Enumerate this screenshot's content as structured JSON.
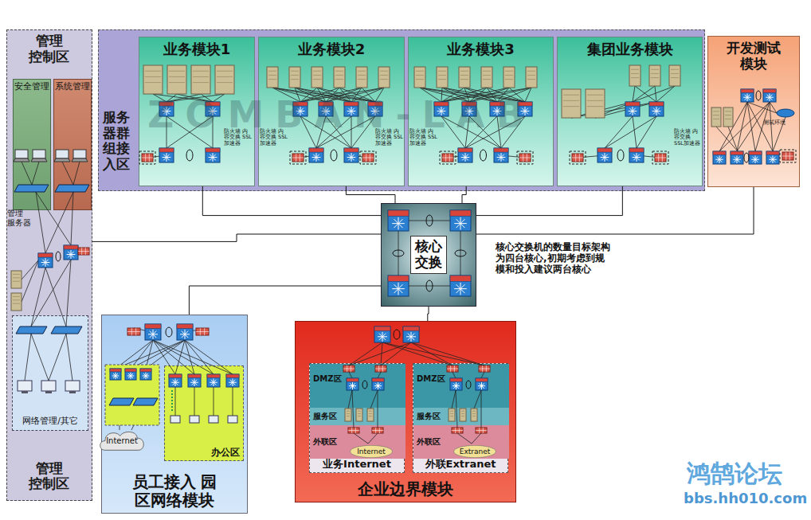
{
  "diagram": {
    "nodes": [
      {
        "text": [
          "管理 控制区",
          "管理 控制区"
        ]
      },
      {
        "text": [
          "安全管理"
        ],
        "in": 0
      },
      {
        "text": [
          "系统管理"
        ],
        "in": 0
      },
      {
        "text": [
          "网络管理/其它"
        ],
        "in": 0
      },
      {
        "text": [
          "服务 器群 组接 入区"
        ]
      },
      {
        "text": [
          "业务模块1"
        ],
        "in": 4
      },
      {
        "text": [
          "业务模块2"
        ],
        "in": 4
      },
      {
        "text": [
          "业务模块3"
        ],
        "in": 4
      },
      {
        "text": [
          "集团业务模块"
        ],
        "in": 4
      },
      {
        "text": [
          "开发测试 模块"
        ]
      },
      {
        "text": [
          "核心 交换"
        ]
      },
      {
        "text": [
          "员工接入 园区网络模块"
        ]
      },
      {
        "text": [
          "Internet"
        ],
        "in": 11
      },
      {
        "text": [
          "办公区"
        ],
        "in": 11
      },
      {
        "text": [
          "企业边界模块"
        ]
      },
      {
        "text": [
          "业务Internet"
        ],
        "in": 14
      },
      {
        "text": [
          "DMZ区"
        ],
        "in": 15
      },
      {
        "text": [
          "服务区"
        ],
        "in": 16
      },
      {
        "text": [
          "外联区"
        ],
        "in": 15
      },
      {
        "text": [
          "Internet"
        ],
        "in": 18
      },
      {
        "text": [
          "外联Extranet"
        ],
        "in": 14
      },
      {
        "text": [
          "DMZ区"
        ],
        "in": 20
      },
      {
        "text": [
          "服务区"
        ],
        "in": 21
      },
      {
        "text": [
          "外联区"
        ],
        "in": 20
      },
      {
        "text": [
          "Extranet"
        ],
        "in": 23
      }
    ],
    "edges": [
      {
        "from": 10,
        "to": 5,
        "arrow": "none"
      },
      {
        "from": 10,
        "to": 6,
        "arrow": "none"
      },
      {
        "from": 10,
        "to": 7,
        "arrow": "none"
      },
      {
        "from": 10,
        "to": 8,
        "arrow": "none"
      },
      {
        "from": 10,
        "to": 9,
        "arrow": "none"
      },
      {
        "from": 10,
        "to": 0,
        "arrow": "none"
      },
      {
        "from": 10,
        "to": 11,
        "arrow": "none"
      },
      {
        "from": 10,
        "to": 14,
        "arrow": "none"
      }
    ],
    "labels": [
      "管理 服务器",
      "防火墙 内容交换 SSL加速器",
      "防火墙 内容交换 SSL加速器",
      "防火墙 内容交换 SSL加速器",
      "防火墙 内容交换 SSL加速器",
      "防火墙 内容交换 SSL加速器",
      "测试环境",
      "核心交换机的数量目标架构为四台核心,初期考虑到规模和投入建议两台核心",
      "ZOMBAN-LAB",
      "鸿鹄论坛",
      "bbs.hh010.com"
    ]
  }
}
